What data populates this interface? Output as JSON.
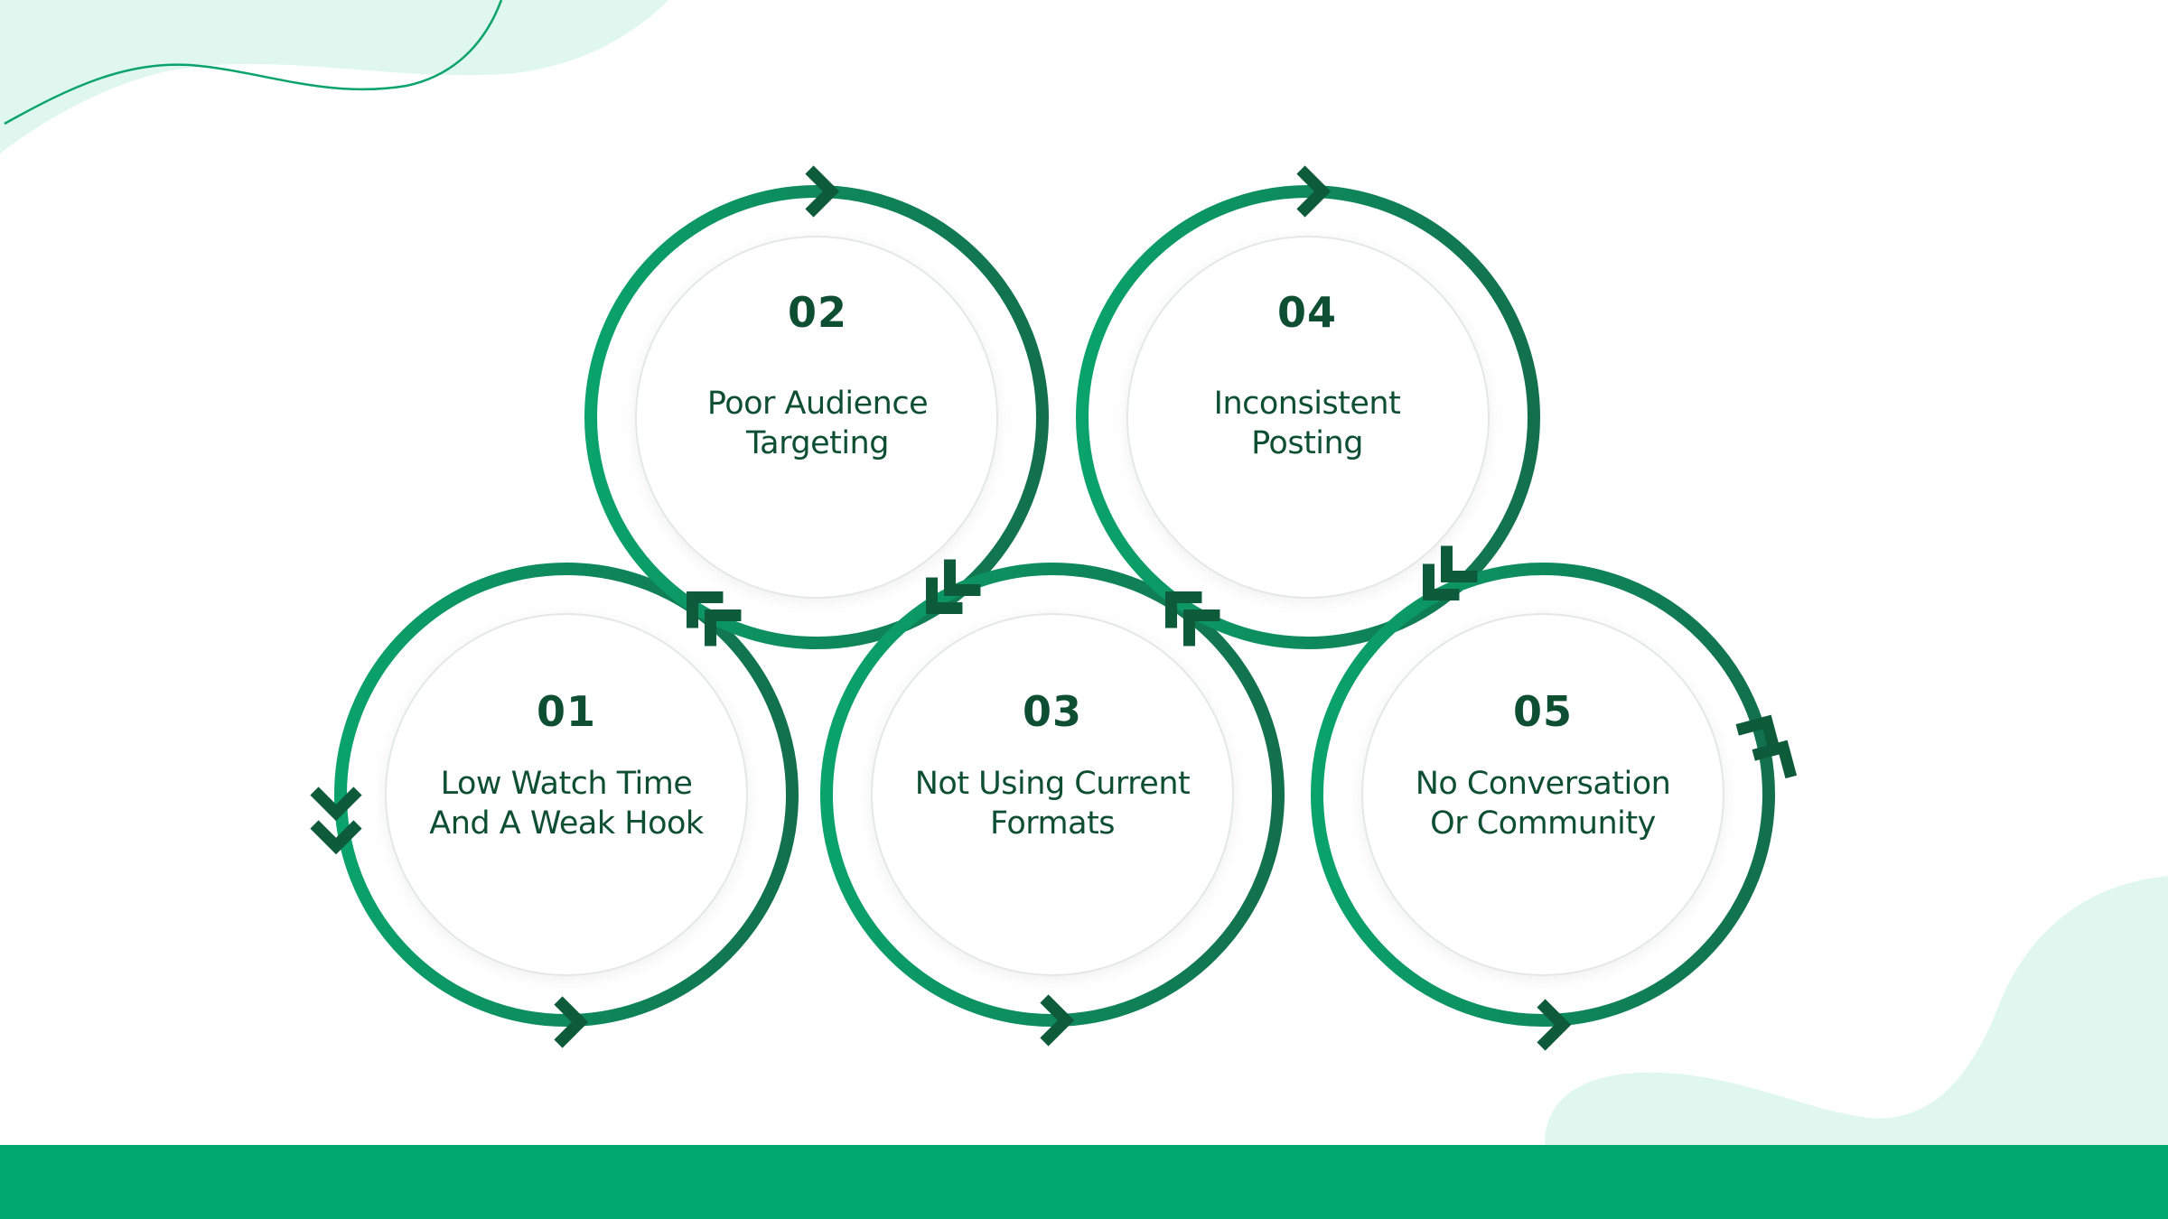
{
  "colors": {
    "background": "#ffffff",
    "ring_light": "#0aa36c",
    "ring_dark": "#12704d",
    "arrow": "#0e5b3c",
    "text": "#0e4f34",
    "inner_circle_border": "#e3e8e6",
    "decor_blob": "#e0f7f0",
    "decor_line": "#0aa36c",
    "footer_band": "#00a870"
  },
  "steps": [
    {
      "number": "01",
      "label": "Low Watch Time And A Weak Hook"
    },
    {
      "number": "02",
      "label": "Poor Audience Targeting"
    },
    {
      "number": "03",
      "label": "Not Using Current Formats"
    },
    {
      "number": "04",
      "label": "Inconsistent Posting"
    },
    {
      "number": "05",
      "label": "No Conversation Or Community"
    }
  ],
  "icons": [
    "chevron-right-icon",
    "chevron-up-icon",
    "chevron-down-icon",
    "double-chevron-icon"
  ]
}
